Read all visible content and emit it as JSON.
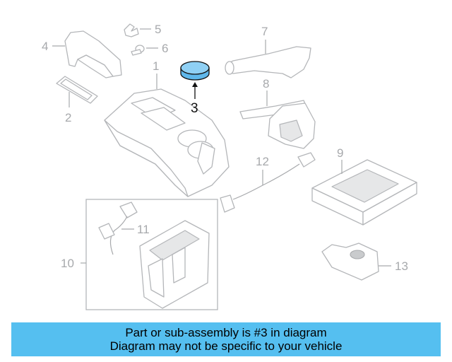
{
  "diagram": {
    "callouts": [
      "1",
      "2",
      "3",
      "4",
      "5",
      "6",
      "7",
      "8",
      "9",
      "10",
      "11",
      "12",
      "13"
    ],
    "highlighted_part": "3",
    "colors": {
      "highlight_fill": "#8fd0f4",
      "line_art": "#b4b6b9",
      "banner": "#55bff0"
    }
  },
  "caption": {
    "line1": "Part or sub-assembly is #3 in diagram",
    "line2": "Diagram may not be specific to your vehicle"
  }
}
